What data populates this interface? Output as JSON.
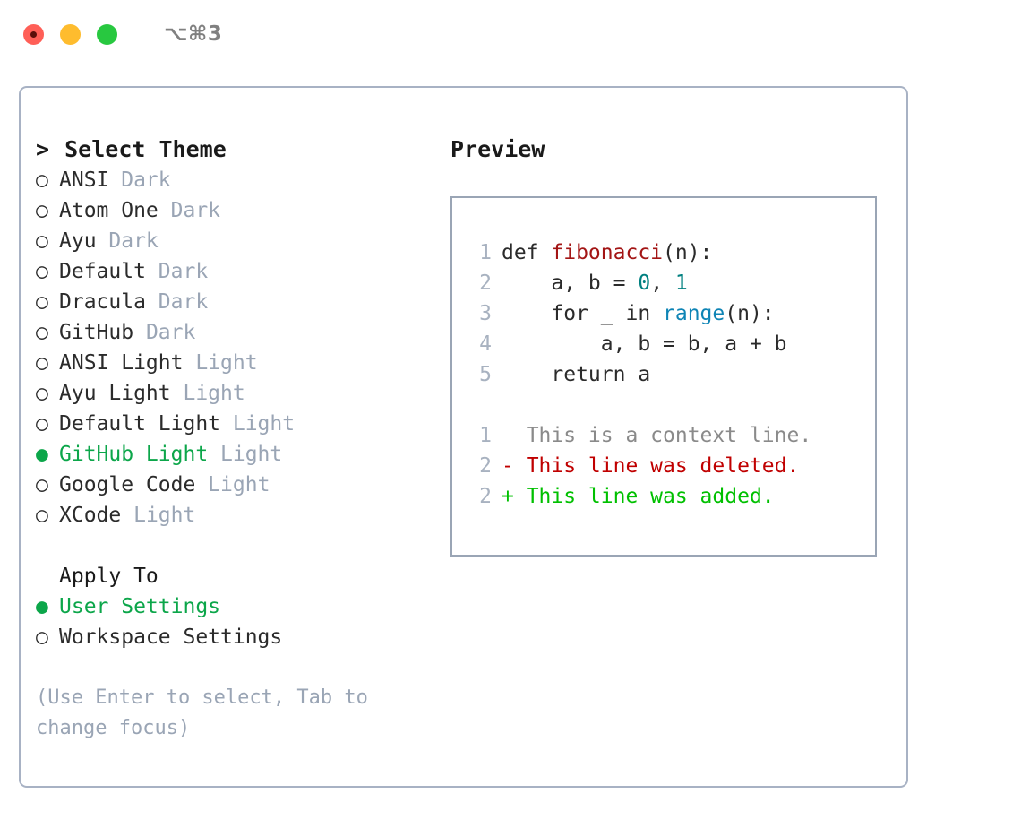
{
  "titlebar": {
    "shortcut": "⌥⌘3",
    "lights": [
      {
        "name": "close",
        "color": "#ff5f57"
      },
      {
        "name": "minimize",
        "color": "#febc2e"
      },
      {
        "name": "maximize",
        "color": "#28c840"
      }
    ]
  },
  "theme_picker": {
    "header": "Select Theme",
    "caret": ">",
    "bullet_unselected": "○",
    "bullet_selected": "●",
    "accent_color": "#0ca64a",
    "items": [
      {
        "label": "ANSI",
        "kind": "Dark",
        "selected": false
      },
      {
        "label": "Atom One",
        "kind": "Dark",
        "selected": false
      },
      {
        "label": "Ayu",
        "kind": "Dark",
        "selected": false
      },
      {
        "label": "Default",
        "kind": "Dark",
        "selected": false
      },
      {
        "label": "Dracula",
        "kind": "Dark",
        "selected": false
      },
      {
        "label": "GitHub",
        "kind": "Dark",
        "selected": false
      },
      {
        "label": "ANSI Light",
        "kind": "Light",
        "selected": false
      },
      {
        "label": "Ayu Light",
        "kind": "Light",
        "selected": false
      },
      {
        "label": "Default Light",
        "kind": "Light",
        "selected": false
      },
      {
        "label": "GitHub Light",
        "kind": "Light",
        "selected": true
      },
      {
        "label": "Google Code",
        "kind": "Light",
        "selected": false
      },
      {
        "label": "XCode",
        "kind": "Light",
        "selected": false
      }
    ]
  },
  "apply_to": {
    "header": "Apply To",
    "items": [
      {
        "label": "User Settings",
        "selected": true
      },
      {
        "label": "Workspace Settings",
        "selected": false
      }
    ]
  },
  "hint": "(Use Enter to select, Tab to change focus)",
  "preview": {
    "title": "Preview",
    "code": [
      {
        "num": "1",
        "segments": [
          {
            "text": "def ",
            "style": "plain"
          },
          {
            "text": "fibonacci",
            "style": "fn"
          },
          {
            "text": "(n):",
            "style": "plain"
          }
        ]
      },
      {
        "num": "2",
        "segments": [
          {
            "text": "    a, b = ",
            "style": "plain"
          },
          {
            "text": "0",
            "style": "num"
          },
          {
            "text": ", ",
            "style": "plain"
          },
          {
            "text": "1",
            "style": "num"
          }
        ]
      },
      {
        "num": "3",
        "segments": [
          {
            "text": "    for _ in ",
            "style": "plain"
          },
          {
            "text": "range",
            "style": "call"
          },
          {
            "text": "(n):",
            "style": "plain"
          }
        ]
      },
      {
        "num": "4",
        "segments": [
          {
            "text": "        a, b = b, a + b",
            "style": "plain"
          }
        ]
      },
      {
        "num": "5",
        "segments": [
          {
            "text": "    return a",
            "style": "plain"
          }
        ]
      }
    ],
    "diff": [
      {
        "num": "1",
        "marker": " ",
        "text": "This is a context line.",
        "kind": "context"
      },
      {
        "num": "2",
        "marker": "-",
        "text": "This line was deleted.",
        "kind": "deleted"
      },
      {
        "num": "2",
        "marker": "+",
        "text": "This line was added.",
        "kind": "added"
      }
    ],
    "colors": {
      "function": "#a31515",
      "number": "#008080",
      "call": "#0e84b5",
      "line_number": "#a8b2c0",
      "context": "#8a8a8a",
      "deleted": "#c00000",
      "added": "#00c000"
    }
  }
}
